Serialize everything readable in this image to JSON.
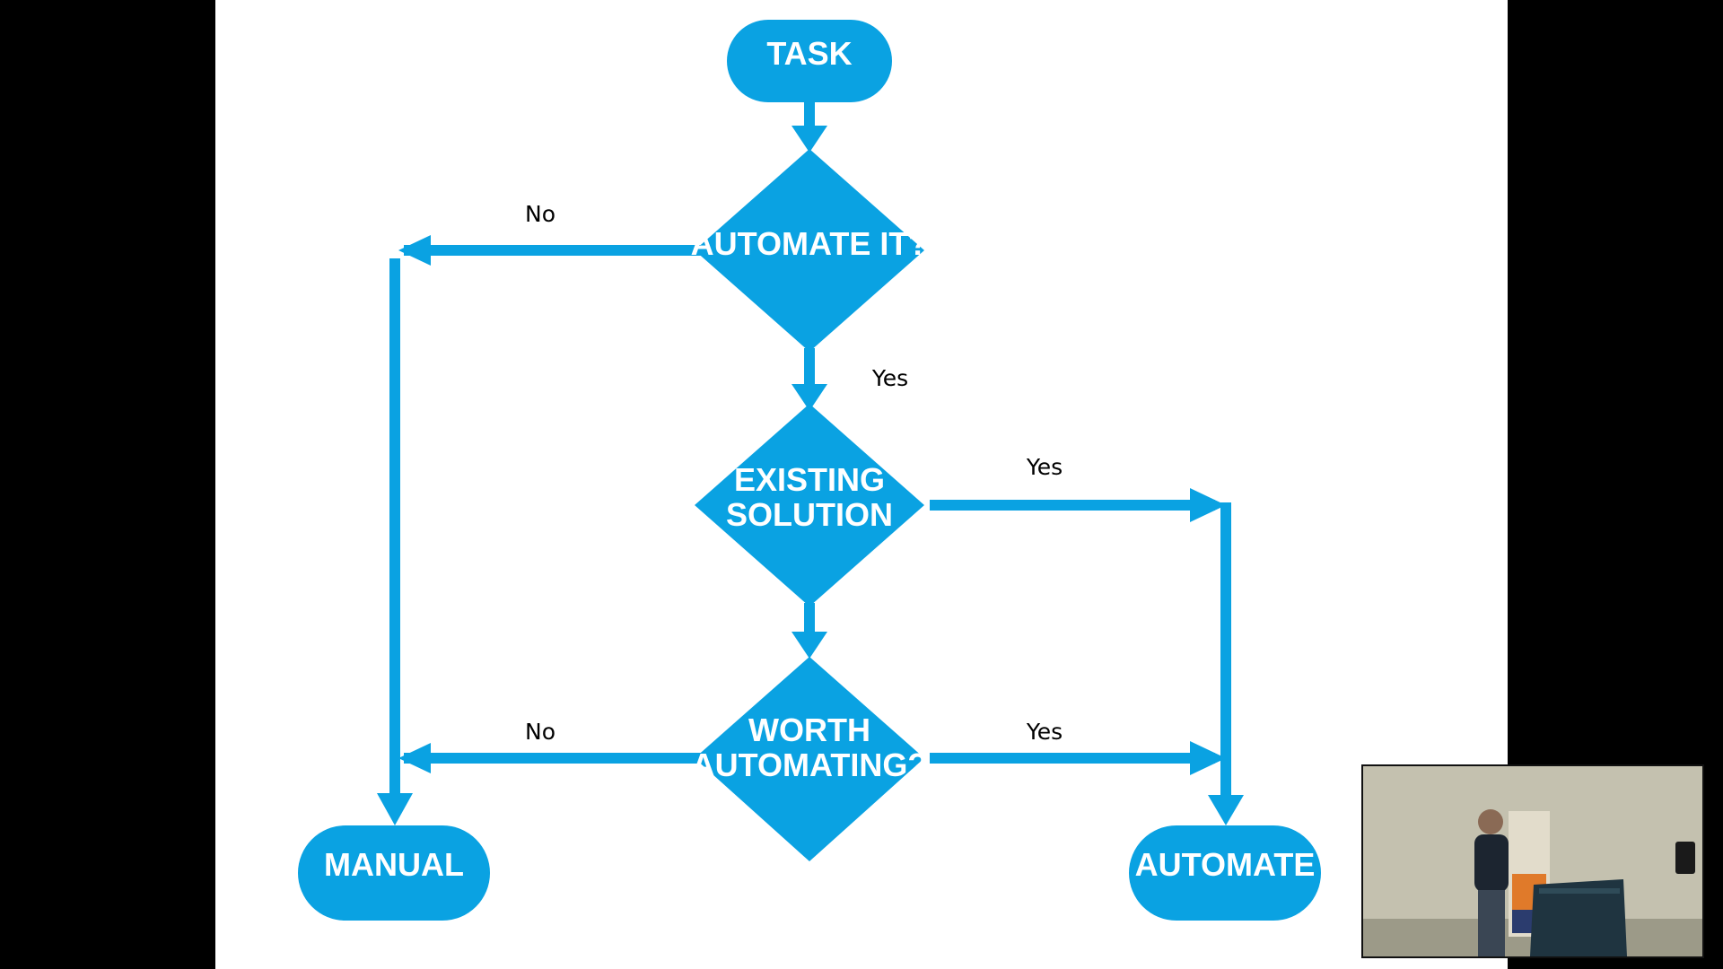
{
  "diagram": {
    "accent_color": "#0aa2e2",
    "nodes": {
      "task": "TASK",
      "automate_it_q": "AUTOMATE IT?",
      "existing_solution_line1": "EXISTING",
      "existing_solution_line2": "SOLUTION",
      "worth_automating_line1": "WORTH",
      "worth_automating_line2": "AUTOMATING?",
      "manual": "MANUAL",
      "automate": "AUTOMATE"
    },
    "edges": {
      "automate_it_no": "No",
      "automate_it_yes": "Yes",
      "existing_solution_yes": "Yes",
      "worth_automating_no": "No",
      "worth_automating_yes": "Yes"
    }
  },
  "video_inset": {
    "description_icon": "speaker-video-icon"
  }
}
